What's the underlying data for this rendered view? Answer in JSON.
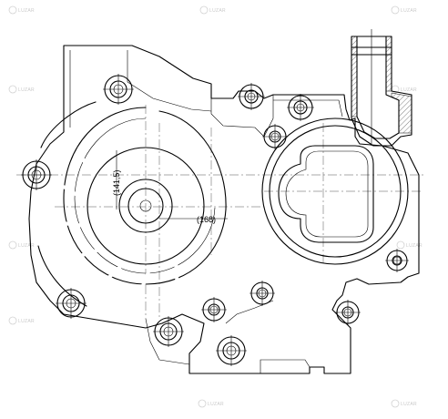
{
  "drawing": {
    "dimensions": {
      "height_label": "(141,5)",
      "width_label": "(168)"
    },
    "watermark": {
      "brand_text": "LUZAR"
    }
  }
}
